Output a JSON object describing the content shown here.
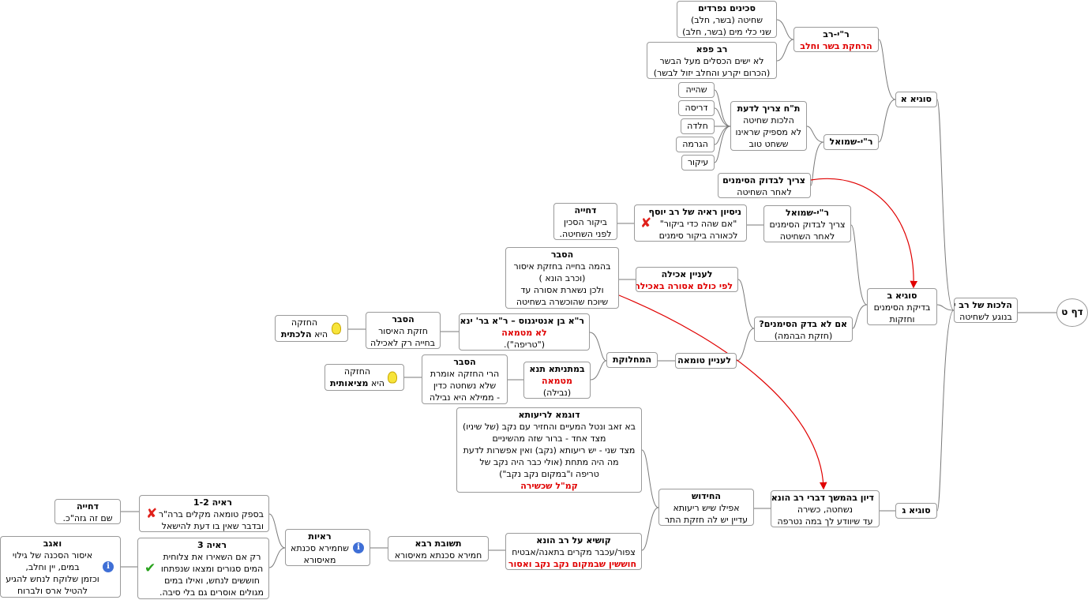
{
  "root": {
    "label": "דף ט"
  },
  "main": {
    "title": "הלכות של רב יהודה",
    "sub": "בנוגע לשחיטה"
  },
  "sugya_a": {
    "label": "סוגיא א",
    "rav": {
      "title": "ר\"י-רב",
      "red": "הרחקת בשר וחלב"
    },
    "sakinim": {
      "title": "סכינים נפרדים",
      "l1": "שחיטה (בשר, חלב)",
      "l2": "שני כלי מים (בשר, חלב)"
    },
    "ravpapa": {
      "title": "רב פפא",
      "l1": "לא ישים הכסלים מעל הבשר",
      "l2": "(הכרום יקרע והחלב יזול לבשר)"
    },
    "shmuel": {
      "label": "ר\"י-שמואל"
    },
    "talmid": {
      "title": "ת\"ח צריך לדעת",
      "l1": "הלכות שחיטה",
      "l2": "לא מספיק שראינו",
      "l3": "ששחט טוב"
    },
    "items": [
      "שהייה",
      "דריסה",
      "חלדה",
      "הגרמה",
      "עיקור"
    ],
    "tzarich": {
      "title": "צריך לבדוק הסימנים",
      "l1": "לאחר השחיטה"
    }
  },
  "sugya_b": {
    "title": "סוגיא ב",
    "l1": "בדיקת הסימנים",
    "l2": "וחזקות",
    "shmuel": {
      "title": "ר\"י-שמואל",
      "l1": "צריך לבדוק הסימנים",
      "l2": "לאחר השחיטה"
    },
    "nisayon": {
      "title": "ניסיון ראיה של רב יוסף",
      "l1": "\"אם שהה כדי ביקור\"",
      "l2": "לכאורה ביקור סימנים"
    },
    "dchiya": {
      "title": "דחייה",
      "l1": "ביקור הסכין",
      "l2": "לפני השחיטה."
    },
    "lo_badak": {
      "title": "אם לא בדק הסימנים?",
      "l1": "(חזקת הבהמה)"
    },
    "achila": {
      "title": "לעניין אכילה",
      "red": "לפי כולם אסורה באכילה"
    },
    "hesber1": {
      "title": "הסבר",
      "l1": "בהמה בחייה בחזקת איסור",
      "l2": "(וכרב הונא )",
      "l3": "ולכן נשארת אסורה עד",
      "l4": "שיוכח שהוכשרה בשחיטה"
    },
    "tumah": {
      "label": "לעניין טומאה"
    },
    "machloket": {
      "label": "המחלוקת"
    },
    "ra": {
      "title": "ר\"א בן אנטיגנוס – ר\"א בר' ינאי",
      "red": "לא מטמאה",
      "l1": "(\"טריפה\")."
    },
    "hesber2": {
      "title": "הסבר",
      "l1": "חזקת האיסור",
      "l2": "בחייה רק לאכילה"
    },
    "chazaka1": {
      "l1": "החזקה",
      "l2a": "היא ",
      "l2b": "הלכתית"
    },
    "matnita": {
      "title": "במתניתא תנא",
      "red": "מטמאה",
      "l1": "(נבילה)"
    },
    "hesber3": {
      "title": "הסבר",
      "l1": "הרי החזקה אומרת",
      "l2": "שלא נשחטה כדין",
      "l3": "- ממילא היא נבילה"
    },
    "chazaka2": {
      "l1": "החזקה",
      "l2a": "היא ",
      "l2b": "מציאותית"
    }
  },
  "sugya_c": {
    "label": "סוגיא ג",
    "diyun": {
      "title": "דיון בהמשך דברי רב הונא",
      "l1": "נשחטה, כשירה",
      "l2": "עד שיוודע לך במה נטרפה"
    },
    "chidush": {
      "title": "החידוש",
      "l1": "אפילו שיש ריעותא",
      "l2": "עדיין יש לה חזקת התר"
    },
    "dugma": {
      "title": "דוגמא לריעותא",
      "l1": "בא זאב ונטל המעיים והחזיר עם נקב (של שיניו)",
      "l2": "מצד אחד - ברור שזה מהשיניים",
      "l3": "מצד שני - יש ריעותא (נקב) ואין אפשרות לדעת",
      "l4": "מה היה מתחת (אולי כבר היה נקב של",
      "l5": "טריפה ו\"במקום נקב נקב\")",
      "red": "קמ\"ל שכשירה"
    },
    "kushya": {
      "title": "קושיא על רב הונא",
      "l1": "צפור/עכבר מקרים בתאנה/אבטיח",
      "red": "חוששין שבמקום נקב נקב ואסור"
    },
    "teshuva": {
      "title": "תשובת רבא",
      "l1": "חמירא סכנתא מאיסורא"
    },
    "rayot": {
      "title": "ראיות",
      "l1": "שחמירא סכנתא",
      "l2": "מאיסורא"
    },
    "raya12": {
      "title": "ראיה 1-2",
      "l1": "בספק טומאה מקלים ברה\"ר",
      "l2": "ובדבר שאין בו דעת להישאל"
    },
    "dchiya2": {
      "title": "דחייה",
      "l1": "שם זה גזה\"כ."
    },
    "raya3": {
      "title": "ראיה 3",
      "l1": "רק אם השאירו את צלוחית",
      "l2": "המים סגורים ומצאו שנפתחו",
      "l3": "חוששים לנחש, ואילו במים",
      "l4": "מגולים אוסרים גם בלי סיבה."
    },
    "veagav": {
      "title": "ואגב",
      "l1": "איסור הסכנה של גילוי",
      "l2": "במים, יין וחלב,",
      "l3": "וכזמן שלוקח לנחש להגיע",
      "l4": "להטיל ארס ולברוח"
    }
  },
  "colors": {
    "link": "#7a7a7a",
    "arrow": "#e00000",
    "red_text": "#e00000"
  }
}
